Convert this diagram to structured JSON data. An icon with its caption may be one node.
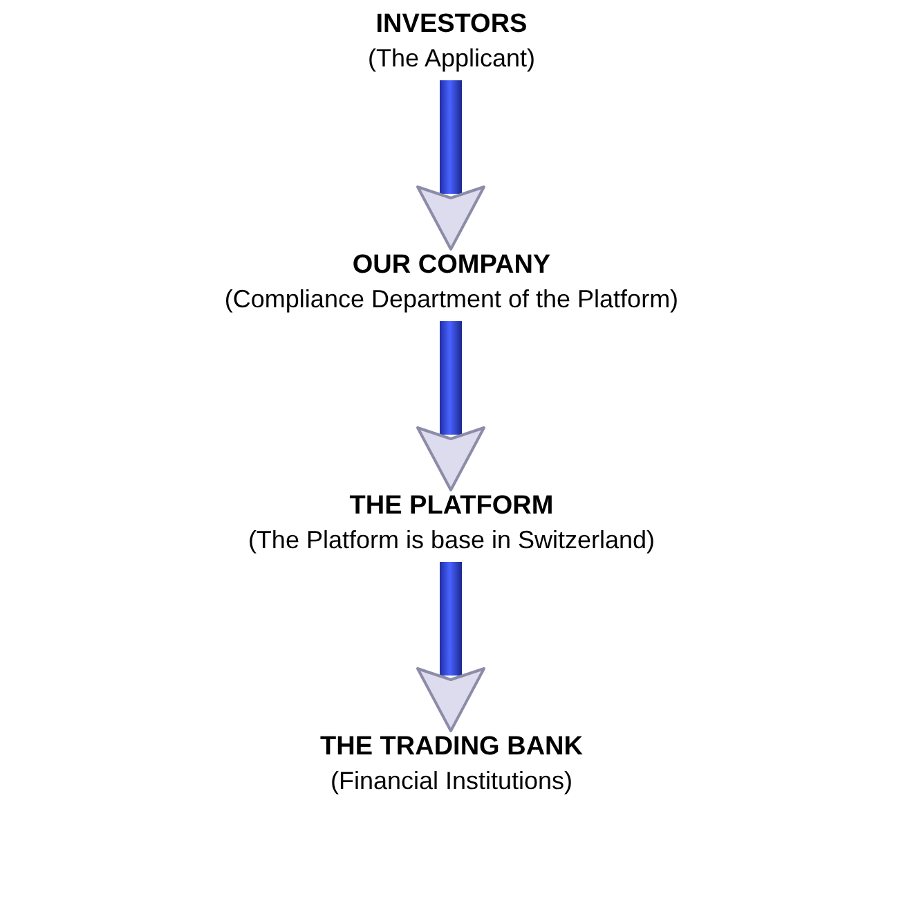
{
  "diagram": {
    "nodes": [
      {
        "text": [
          "INVESTORS",
          "(The Applicant)"
        ]
      },
      {
        "text": [
          "OUR COMPANY",
          "(Compliance Department of the Platform)"
        ]
      },
      {
        "text": [
          "THE PLATFORM",
          "(The Platform is base in Switzerland)"
        ]
      },
      {
        "text": [
          "THE TRADING BANK",
          "(Financial Institutions)"
        ]
      }
    ],
    "edges": [
      {
        "from": 0,
        "to": 1,
        "arrow": "to"
      },
      {
        "from": 1,
        "to": 2,
        "arrow": "to"
      },
      {
        "from": 2,
        "to": 3,
        "arrow": "to"
      }
    ]
  }
}
